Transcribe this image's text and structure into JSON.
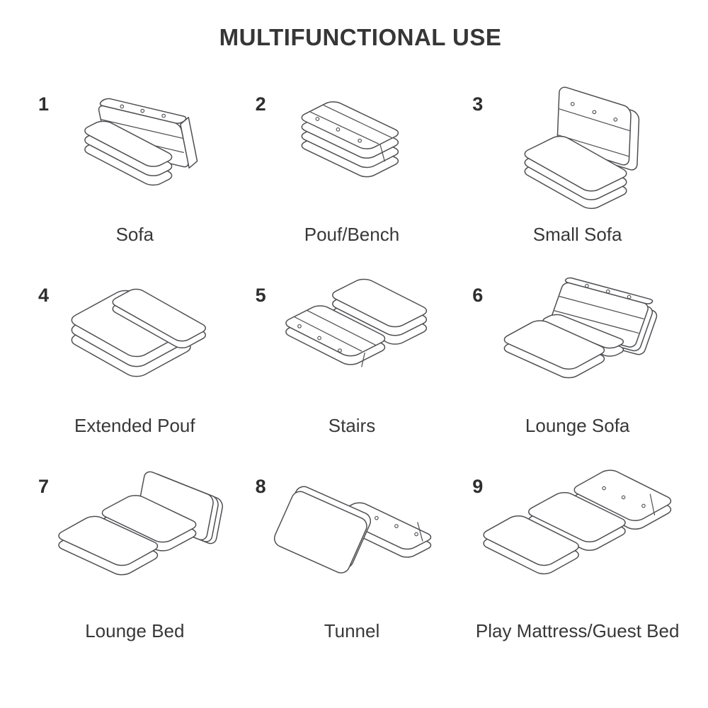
{
  "title": "MULTIFUNCTIONAL USE",
  "items": [
    {
      "number": "1",
      "label": "Sofa",
      "icon": "sofa-figure"
    },
    {
      "number": "2",
      "label": "Pouf/Bench",
      "icon": "pouf-bench-figure"
    },
    {
      "number": "3",
      "label": "Small Sofa",
      "icon": "small-sofa-figure"
    },
    {
      "number": "4",
      "label": "Extended Pouf",
      "icon": "extended-pouf-figure"
    },
    {
      "number": "5",
      "label": "Stairs",
      "icon": "stairs-figure"
    },
    {
      "number": "6",
      "label": "Lounge Sofa",
      "icon": "lounge-sofa-figure"
    },
    {
      "number": "7",
      "label": "Lounge Bed",
      "icon": "lounge-bed-figure"
    },
    {
      "number": "8",
      "label": "Tunnel",
      "icon": "tunnel-figure"
    },
    {
      "number": "9",
      "label": "Play Mattress/Guest Bed",
      "icon": "play-mattress-guest-bed-figure"
    }
  ],
  "colors": {
    "line": "#4e4f52",
    "text": "#383838",
    "background": "#ffffff"
  }
}
